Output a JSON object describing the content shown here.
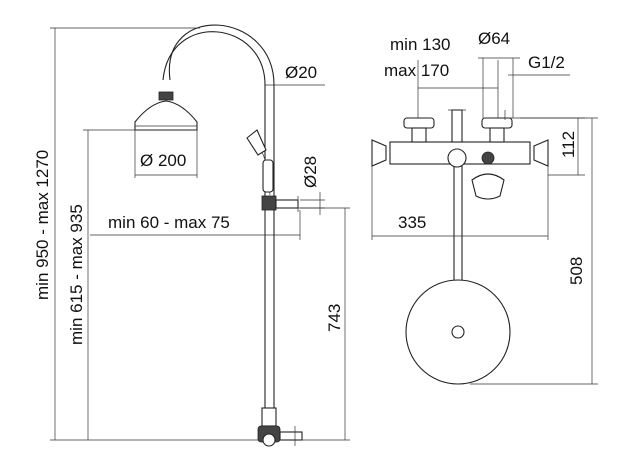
{
  "dimensions": {
    "side": {
      "total_height": "min 950 - max 1270",
      "head_height": "min 615 - max 935",
      "head_diameter": "Ø 200",
      "pipe_diameter": "Ø20",
      "hose_diameter": "Ø28",
      "wall_offset": "min 60 - max 75",
      "lower_height": "743"
    },
    "front": {
      "centers_line1": "min 130",
      "centers_line2": "max 170",
      "body_diameter": "Ø64",
      "thread": "G1/2",
      "head_height": "112",
      "width": "335",
      "total_height": "508"
    }
  }
}
